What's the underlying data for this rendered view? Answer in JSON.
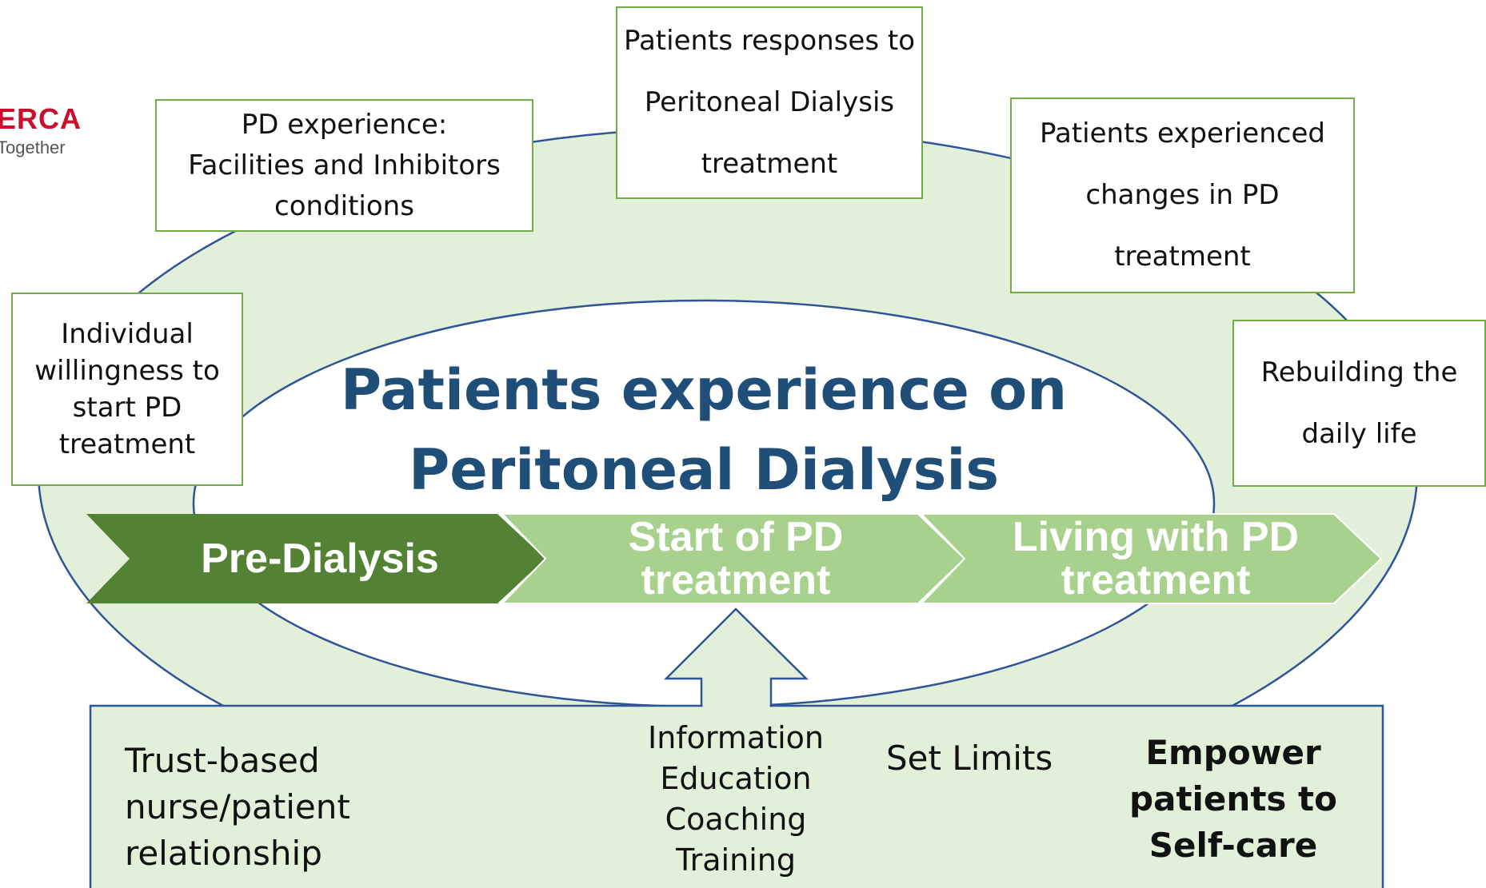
{
  "logo": {
    "text": "ERCA",
    "tagline": "Together"
  },
  "title": {
    "line1": "Patients experience on",
    "line2": "Peritoneal Dialysis"
  },
  "experience_boxes": {
    "individual": {
      "l1": "Individual",
      "l2": "willingness to",
      "l3": "start PD",
      "l4": "treatment"
    },
    "pd_experience": {
      "l1": "PD experience:",
      "l2": "Facilities and Inhibitors",
      "l3": "conditions"
    },
    "responses": {
      "l1": "Patients responses to",
      "l2": "Peritoneal Dialysis",
      "l3": "treatment"
    },
    "changes": {
      "l1": "Patients experienced",
      "l2": "changes in PD",
      "l3": "treatment"
    },
    "rebuilding": {
      "l1": "Rebuilding the",
      "l2": "daily life"
    }
  },
  "stages": {
    "pre": "Pre-Dialysis",
    "start_l1": "Start of PD",
    "start_l2": "treatment",
    "living_l1": "Living with PD",
    "living_l2": "treatment"
  },
  "support": {
    "trust": {
      "l1": "Trust-based",
      "l2": "nurse/patient",
      "l3": "relationship"
    },
    "info": {
      "l1": "Information",
      "l2": "Education",
      "l3": "Coaching",
      "l4": "Training"
    },
    "limits": "Set Limits",
    "empower": {
      "l1": "Empower",
      "l2": "patients to",
      "l3": "Self-care"
    }
  },
  "colors": {
    "ellipse_fill": "#e2efd9",
    "ellipse_stroke": "#2f5597",
    "box_border": "#70ad47",
    "stage_dark": "#548235",
    "stage_light": "#a9d18e",
    "title": "#1f4e79",
    "logo_red": "#c8102e"
  }
}
